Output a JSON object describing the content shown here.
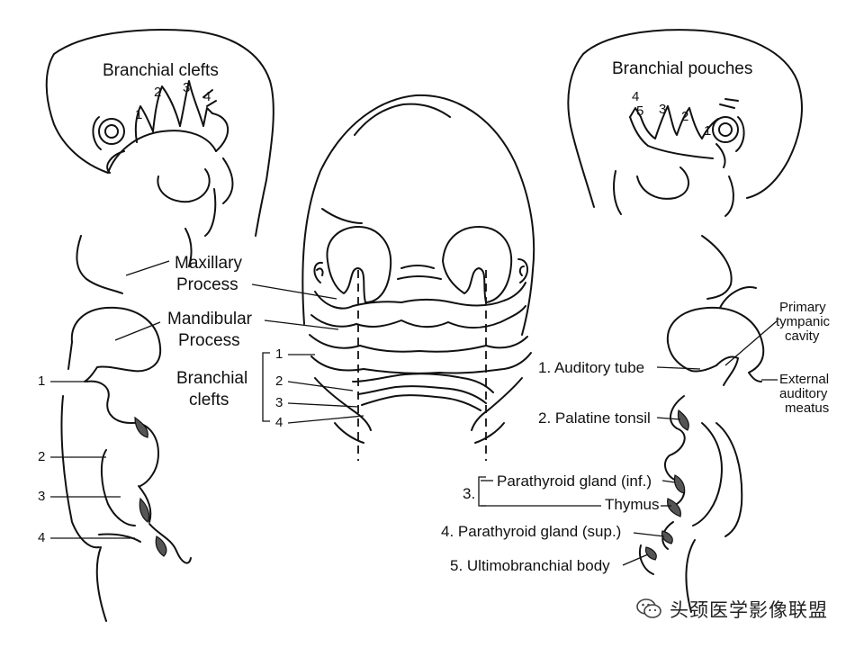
{
  "labels": {
    "top_left_title": "Branchial clefts",
    "top_right_title": "Branchial pouches",
    "left_clefts": [
      "1",
      "2",
      "3",
      "4"
    ],
    "right_pouches": [
      "4",
      "5",
      "3",
      "2",
      "1"
    ],
    "maxillary_1": "Maxillary",
    "maxillary_2": "Process",
    "mandibular_1": "Mandibular",
    "mandibular_2": "Process",
    "branchial_clefts_1": "Branchial",
    "branchial_clefts_2": "clefts",
    "center_clefts": [
      "1",
      "2",
      "3",
      "4"
    ],
    "left_side_clefts": [
      "1",
      "2",
      "3",
      "4"
    ],
    "primary_tympanic_1": "Primary",
    "primary_tympanic_2": "tympanic",
    "primary_tympanic_3": "cavity",
    "external_auditory_1": "External",
    "external_auditory_2": "auditory",
    "external_auditory_3": "meatus",
    "auditory_tube": "1. Auditory tube",
    "palatine_tonsil": "2. Palatine tonsil",
    "group_3_num": "3.",
    "parathyroid_inf": "Parathyroid gland (inf.)",
    "thymus": "Thymus",
    "parathyroid_sup": "4. Parathyroid gland (sup.)",
    "ultimobranchial": "5. Ultimobranchial body"
  },
  "watermark": {
    "text": "头颈医学影像联盟",
    "icon": "wechat-icon"
  }
}
